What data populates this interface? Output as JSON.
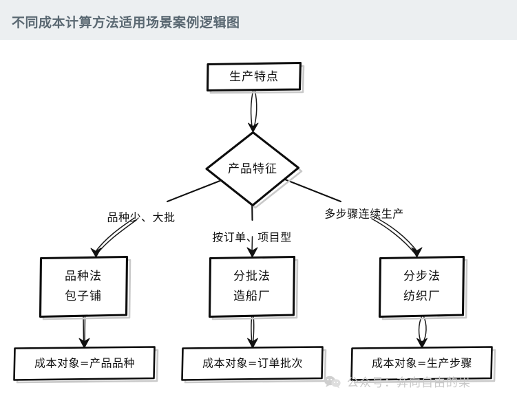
{
  "header": {
    "title": "不同成本计算方法适用场景案例逻辑图",
    "background_color": "#eceff1",
    "text_color": "#5a6872"
  },
  "diagram": {
    "style": "hand-drawn-sketch",
    "stroke_color": "#111111",
    "fill_color": "#ffffff",
    "root": {
      "label": "生产特点",
      "shape": "rectangle"
    },
    "decision": {
      "label": "产品特征",
      "shape": "diamond"
    },
    "edges": [
      {
        "label": "品种少、大批"
      },
      {
        "label": "按订单、项目型"
      },
      {
        "label": "多步骤连续生产"
      }
    ],
    "methods": [
      {
        "line1": "品种法",
        "line2": "包子铺"
      },
      {
        "line1": "分批法",
        "line2": "造船厂"
      },
      {
        "line1": "分步法",
        "line2": "纺织厂"
      }
    ],
    "outcomes": [
      {
        "label": "成本对象=产品品种"
      },
      {
        "label": "成本对象=订单批次"
      },
      {
        "label": "成本对象=生产步骤"
      }
    ]
  },
  "watermark": {
    "text": "公众号：奔向自由的果",
    "icon": "wechat-bubble-icon",
    "color": "#c9c9c9"
  }
}
